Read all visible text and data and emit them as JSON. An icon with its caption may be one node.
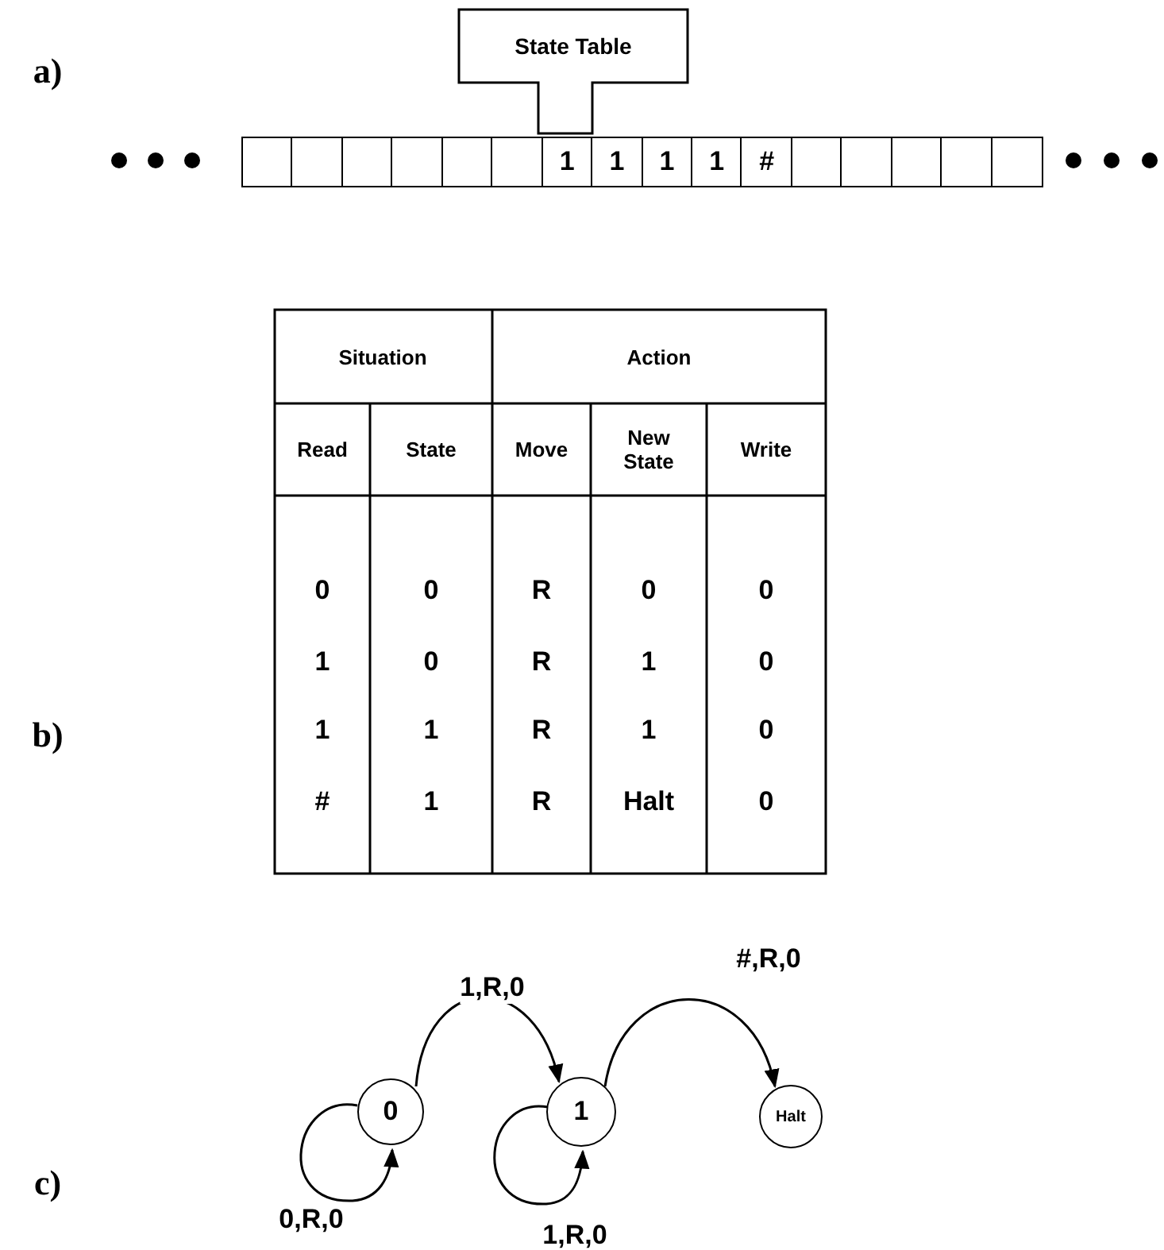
{
  "diagram": {
    "nodes": [
      {
        "text": [
          "State Table"
        ]
      },
      {
        "text": [],
        "shape": "box"
      },
      {
        "text": [],
        "shape": "box"
      },
      {
        "text": [],
        "shape": "box"
      },
      {
        "text": [],
        "shape": "box"
      },
      {
        "text": [],
        "shape": "box"
      },
      {
        "text": [],
        "shape": "box"
      },
      {
        "text": [
          "1"
        ]
      },
      {
        "text": [
          "1"
        ]
      },
      {
        "text": [
          "1"
        ]
      },
      {
        "text": [
          "1"
        ]
      },
      {
        "text": [
          "#"
        ]
      },
      {
        "text": [],
        "shape": "box"
      },
      {
        "text": [],
        "shape": "box"
      },
      {
        "text": [],
        "shape": "box"
      },
      {
        "text": [],
        "shape": "box"
      },
      {
        "text": [],
        "shape": "box"
      },
      {
        "text": [
          "0"
        ]
      },
      {
        "text": [
          "1"
        ]
      },
      {
        "text": [
          "Halt"
        ]
      }
    ],
    "edges": [
      {
        "from": 17,
        "to": 17,
        "arrow": "to",
        "label": "0,R,0"
      },
      {
        "from": 17,
        "to": 18,
        "arrow": "to",
        "label": "1,R,0"
      },
      {
        "from": 18,
        "to": 18,
        "arrow": "to",
        "label": "1,R,0"
      },
      {
        "from": 18,
        "to": 19,
        "arrow": "to",
        "label": "#,R,0"
      }
    ],
    "labels": [
      "a)",
      "Situation",
      "Action",
      "Read",
      "State",
      "Move",
      "New State",
      "Write",
      "0",
      "0",
      "R",
      "0",
      "0",
      "1",
      "0",
      "R",
      "1",
      "0",
      "1",
      "1",
      "R",
      "1",
      "0",
      "#",
      "1",
      "R",
      "Halt",
      "0",
      "b)",
      "c)"
    ]
  }
}
